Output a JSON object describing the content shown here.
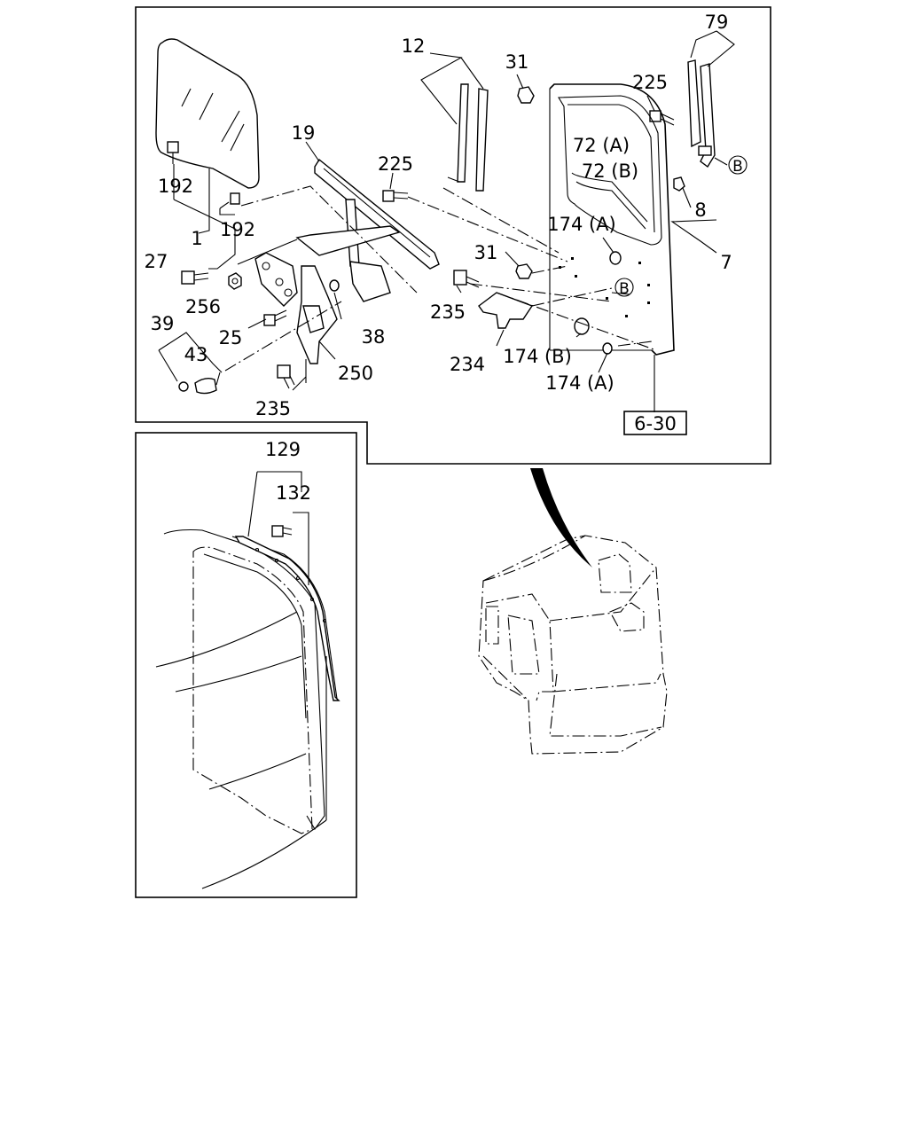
{
  "labels": {
    "p12": "12",
    "p31a": "31",
    "p79": "79",
    "p225a": "225",
    "p19": "19",
    "p225b": "225",
    "p72a": "72 (A)",
    "p72b": "72 (B)",
    "pB1": "B",
    "p192a": "192",
    "p192b": "192",
    "p8": "8",
    "p174a1": "174 (A)",
    "p1": "1",
    "p7": "7",
    "p27": "27",
    "p31b": "31",
    "p256": "256",
    "pB2": "B",
    "p235a": "235",
    "p39": "39",
    "p38": "38",
    "p25": "25",
    "p43": "43",
    "p234": "234",
    "p174b": "174 (B)",
    "p250": "250",
    "p174a2": "174 (A)",
    "p235b": "235",
    "ref630": "6-30",
    "p129": "129",
    "p132": "132"
  }
}
